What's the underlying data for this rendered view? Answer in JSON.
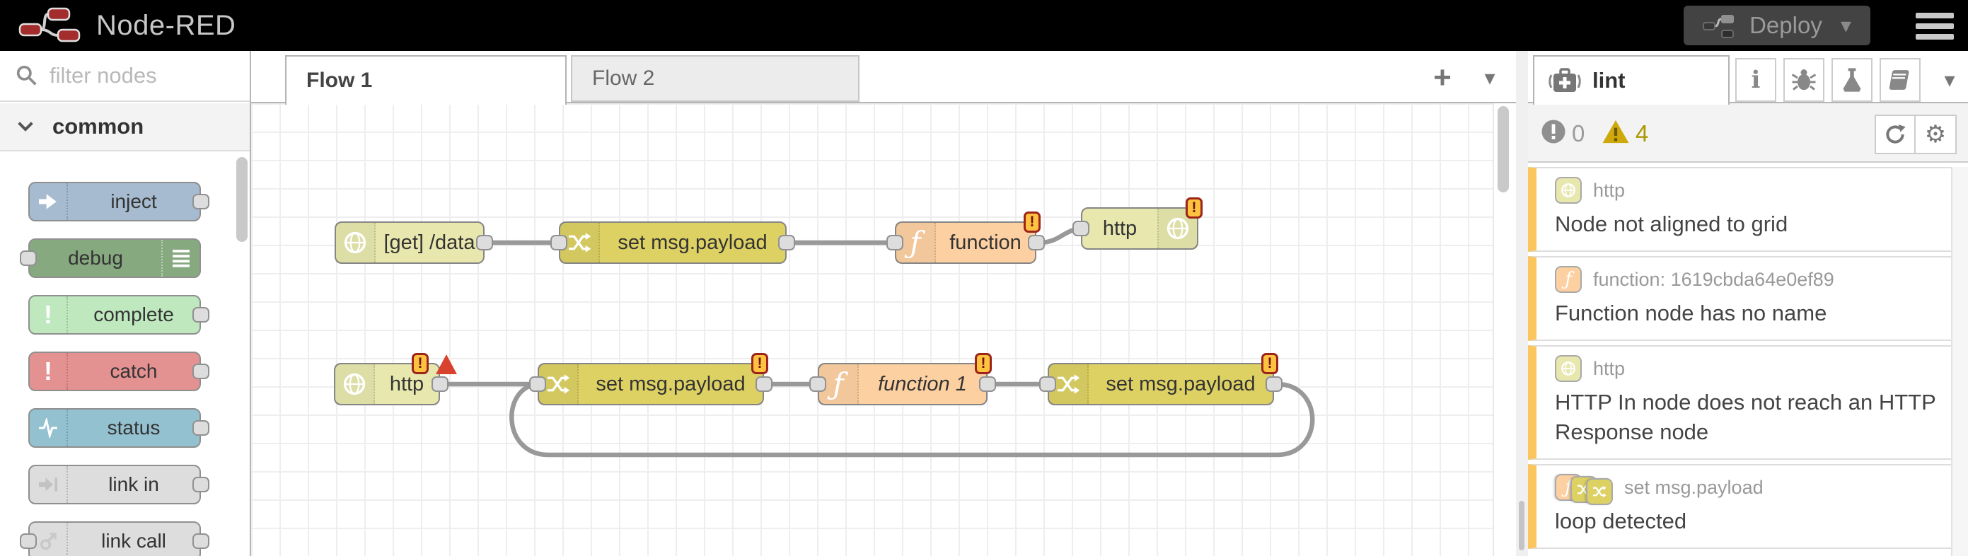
{
  "header": {
    "title": "Node-RED",
    "deploy_label": "Deploy"
  },
  "palette": {
    "search_placeholder": "filter nodes",
    "category_label": "common",
    "nodes": [
      {
        "label": "inject"
      },
      {
        "label": "debug"
      },
      {
        "label": "complete"
      },
      {
        "label": "catch"
      },
      {
        "label": "status"
      },
      {
        "label": "link in"
      },
      {
        "label": "link call"
      }
    ]
  },
  "tabs": {
    "flow1": "Flow 1",
    "flow2": "Flow 2"
  },
  "flow": {
    "nodes": [
      {
        "label": "[get] /data"
      },
      {
        "label": "set msg.payload"
      },
      {
        "label": "function"
      },
      {
        "label": "http"
      },
      {
        "label": "http"
      },
      {
        "label": "set msg.payload"
      },
      {
        "label": "function 1"
      },
      {
        "label": "set msg.payload"
      }
    ]
  },
  "sidebar": {
    "tab_label": "lint",
    "error_count": "0",
    "warning_count": "4",
    "items": [
      {
        "node": "http",
        "message": "Node not aligned to grid"
      },
      {
        "node": "function: 1619cbda64e0ef89",
        "message": "Function node has no name"
      },
      {
        "node": "http",
        "message": "HTTP In node does not reach an HTTP Response node"
      },
      {
        "node": "set msg.payload",
        "message": "loop detected"
      }
    ]
  },
  "icons": {
    "badge": "!",
    "exclamation": "!",
    "function_glyph": "ƒ",
    "plus": "+",
    "chevron_down": "▾",
    "info": "i",
    "gear": "⚙"
  },
  "colors": {
    "header_bg": "#000000",
    "brand_red": "#a32c2c",
    "wire": "#999999",
    "warning_badge_fill": "#fdc23e",
    "warning_badge_border": "#9c241c",
    "error_triangle": "#d8432f",
    "warn_gold": "#ceac00",
    "lint_item_bar": "#fcc65e",
    "node_http": "#e7e7ae",
    "node_change": "#ddd164",
    "node_function": "#fdd0a2",
    "node_inject": "#a6bbcf",
    "node_debug": "#87a980",
    "node_complete": "#bfe8bf",
    "node_catch": "#e49191",
    "node_status": "#94c1d0",
    "node_link": "#dddddd"
  }
}
